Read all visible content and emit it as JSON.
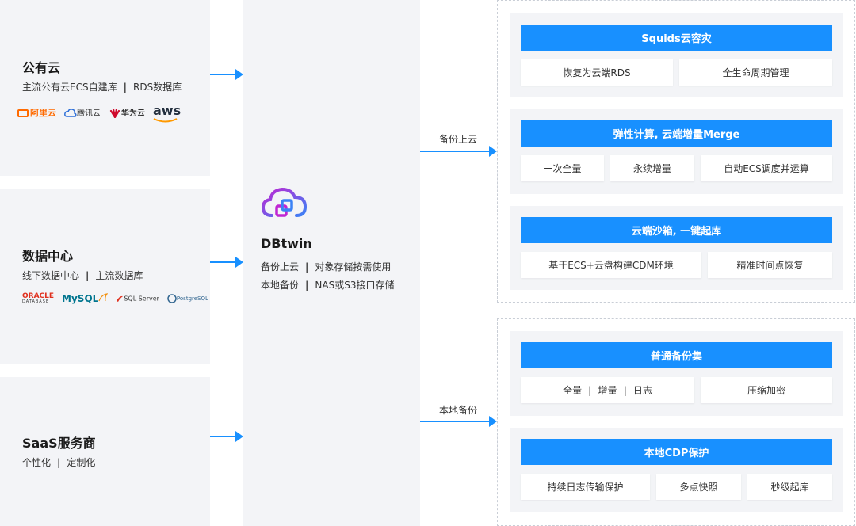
{
  "sources": [
    {
      "title": "公有云",
      "sub_parts": [
        "主流公有云ECS自建库",
        "RDS数据库"
      ],
      "logos": [
        "阿里云",
        "腾讯云",
        "华为云",
        "aws"
      ]
    },
    {
      "title": "数据中心",
      "sub_parts": [
        "线下数据中心",
        "主流数据库"
      ],
      "logos": [
        "ORACLE",
        "DATABASE",
        "MySQL",
        "SQL Server",
        "PostgreSQL"
      ]
    },
    {
      "title": "SaaS服务商",
      "sub_parts": [
        "个性化",
        "定制化"
      ]
    }
  ],
  "dbtwin": {
    "title": "DBtwin",
    "line1": [
      "备份上云",
      "对象存储按需使用"
    ],
    "line2": [
      "本地备份",
      "NAS或S3接口存储"
    ]
  },
  "arrows": {
    "cloud_label": "备份上云",
    "local_label": "本地备份"
  },
  "cloud_cards": [
    {
      "head": "Squids云容灾",
      "chips": [
        "恢复为云端RDS",
        "全生命周期管理"
      ]
    },
    {
      "head": "弹性计算, 云端增量Merge",
      "chips": [
        "一次全量",
        "永续增量",
        "自动ECS调度并运算"
      ]
    },
    {
      "head": "云端沙箱, 一键起库",
      "chips": [
        "基于ECS+云盘构建CDM环境",
        "精准时间点恢复"
      ]
    }
  ],
  "local_cards": [
    {
      "head": "普通备份集",
      "chip_group": [
        "全量",
        "增量",
        "日志"
      ],
      "chips": [
        "压缩加密"
      ]
    },
    {
      "head": "本地CDP保护",
      "chips": [
        "持续日志传输保护",
        "多点快照",
        "秒级起库"
      ]
    }
  ],
  "colors": {
    "accent": "#1890ff",
    "panel": "#f3f4f7",
    "aliyun": "#ff6a00",
    "huawei": "#cf0a2c",
    "aws_smile": "#ff9900",
    "mysql_blue": "#00758f",
    "mysql_orange": "#f29111",
    "oracle_red": "#e0301e",
    "dbtwin_icon": "#8b5cf6"
  }
}
